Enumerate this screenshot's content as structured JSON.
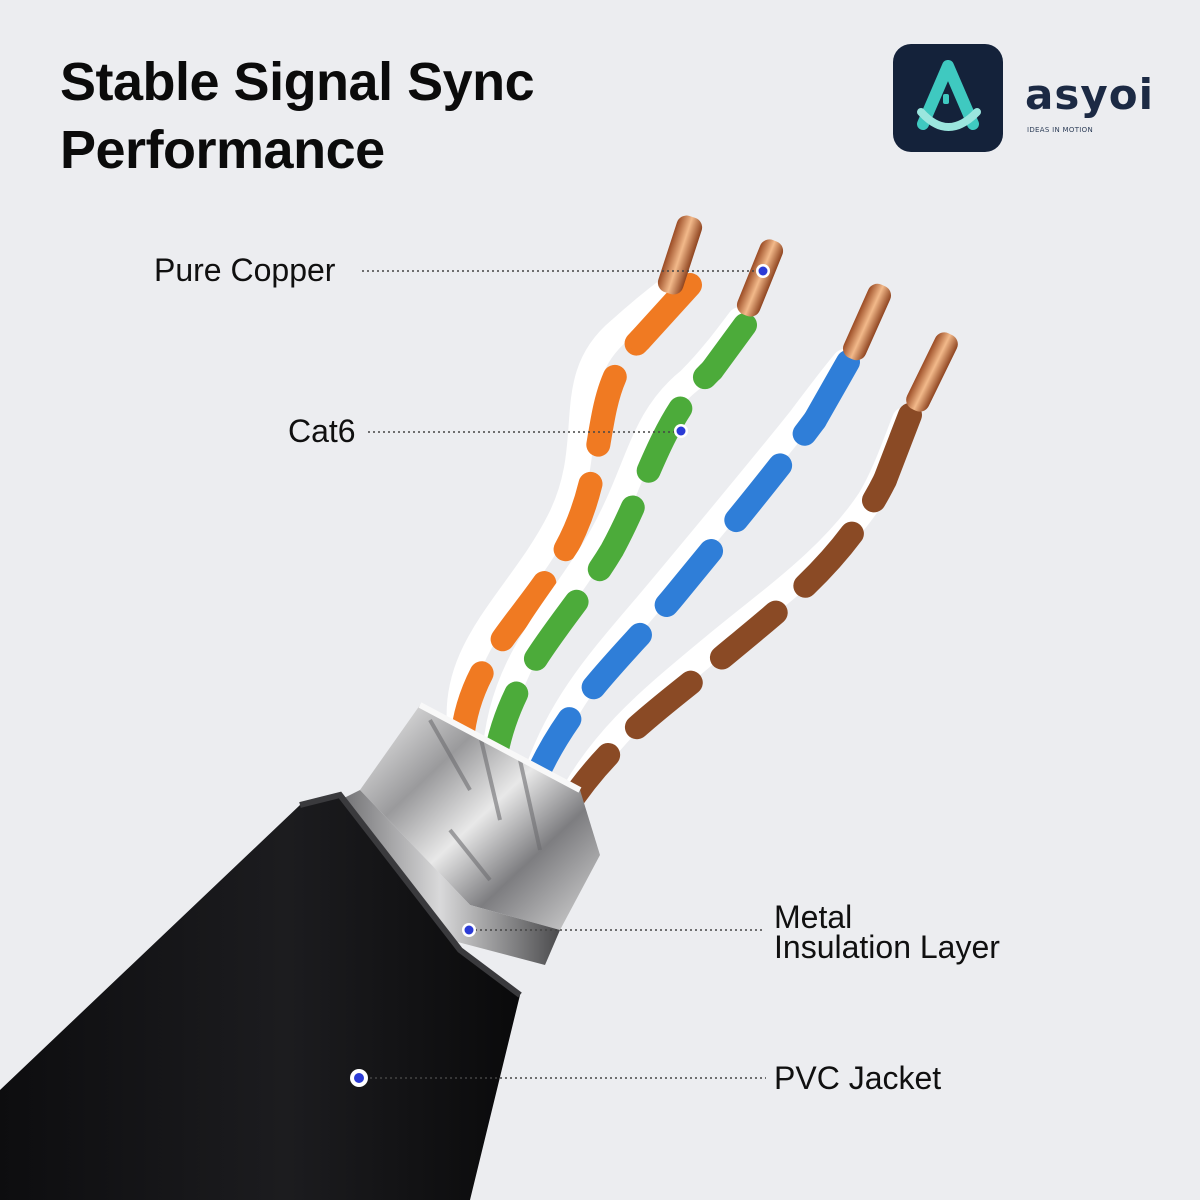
{
  "headline": {
    "line1": "Stable Signal Sync",
    "line2": "Performance"
  },
  "brand": {
    "name": "asyoi",
    "tagline": "IDEAS IN MOTION",
    "icon": "asyoi-logo-icon"
  },
  "callouts": {
    "pure_copper": "Pure Copper",
    "cat6": "Cat6",
    "metal_line1": "Metal",
    "metal_line2": "Insulation Layer",
    "pvc_jacket": "PVC Jacket"
  },
  "colors": {
    "background": "#ecedf0",
    "marker": "#2b3bd6",
    "orange": "#f07a22",
    "green": "#4cab3a",
    "blue": "#2f7ed8",
    "brown": "#8a4a25",
    "jacket": "#141416"
  }
}
